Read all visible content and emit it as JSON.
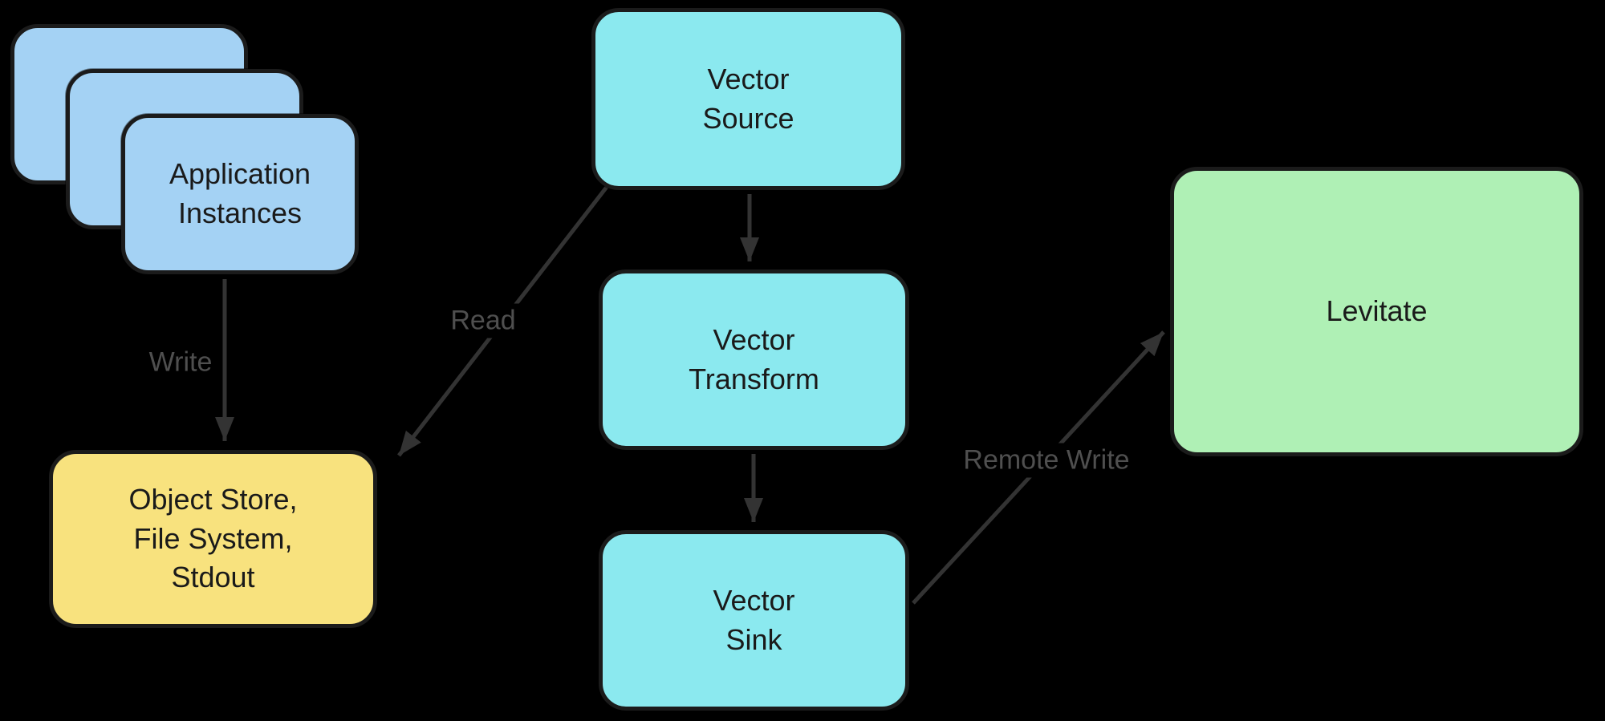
{
  "diagram": {
    "background_color": "#000000",
    "node_border_color": "#1b1b1b",
    "node_text_color": "#1a1a1a",
    "edge_color": "#333333",
    "edge_label_color": "#4f4f4f",
    "nodes": {
      "application_instances": {
        "label": "Application\nInstances",
        "fill": "#a4d2f4"
      },
      "object_store": {
        "label": "Object Store,\nFile System,\nStdout",
        "fill": "#f8e27e"
      },
      "vector_source": {
        "label": "Vector\nSource",
        "fill": "#8be9ef"
      },
      "vector_transform": {
        "label": "Vector\nTransform",
        "fill": "#8be9ef"
      },
      "vector_sink": {
        "label": "Vector\nSink",
        "fill": "#8be9ef"
      },
      "levitate": {
        "label": "Levitate",
        "fill": "#aff0b5"
      }
    },
    "edges": {
      "write": {
        "label": "Write",
        "from": "application_instances",
        "to": "object_store"
      },
      "read": {
        "label": "Read",
        "from": "vector_source",
        "to": "object_store"
      },
      "source_to_transform": {
        "label": "",
        "from": "vector_source",
        "to": "vector_transform"
      },
      "transform_to_sink": {
        "label": "",
        "from": "vector_transform",
        "to": "vector_sink"
      },
      "remote_write": {
        "label": "Remote Write",
        "from": "vector_sink",
        "to": "levitate"
      }
    }
  }
}
